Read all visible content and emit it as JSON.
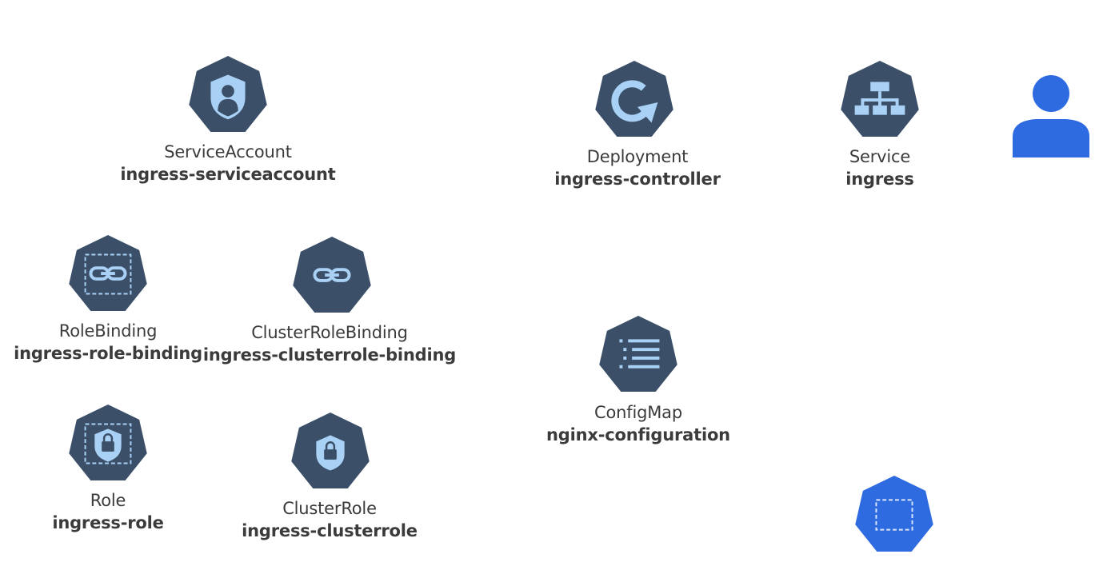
{
  "colors": {
    "node_fill": "#3b5068",
    "icon_fill": "#a9d0f5",
    "accent_blue": "#2f6be0"
  },
  "nodes": {
    "serviceaccount": {
      "kind": "ServiceAccount",
      "name": "ingress-serviceaccount",
      "icon": "shield-user-icon"
    },
    "deployment": {
      "kind": "Deployment",
      "name": "ingress-controller",
      "icon": "refresh-arrow-icon"
    },
    "service": {
      "kind": "Service",
      "name": "ingress",
      "icon": "network-tree-icon"
    },
    "rolebinding": {
      "kind": "RoleBinding",
      "name": "ingress-role-binding",
      "icon": "link-dashed-frame-icon"
    },
    "clusterrolebinding": {
      "kind": "ClusterRoleBinding",
      "name": "ingress-clusterrole-binding",
      "icon": "link-icon"
    },
    "configmap": {
      "kind": "ConfigMap",
      "name": "nginx-configuration",
      "icon": "list-icon"
    },
    "role": {
      "kind": "Role",
      "name": "ingress-role",
      "icon": "lock-dashed-frame-icon"
    },
    "clusterrole": {
      "kind": "ClusterRole",
      "name": "ingress-clusterrole",
      "icon": "lock-shield-icon"
    }
  },
  "extras": {
    "user": {
      "icon": "user-icon"
    },
    "pod": {
      "icon": "dashed-square-icon"
    }
  }
}
